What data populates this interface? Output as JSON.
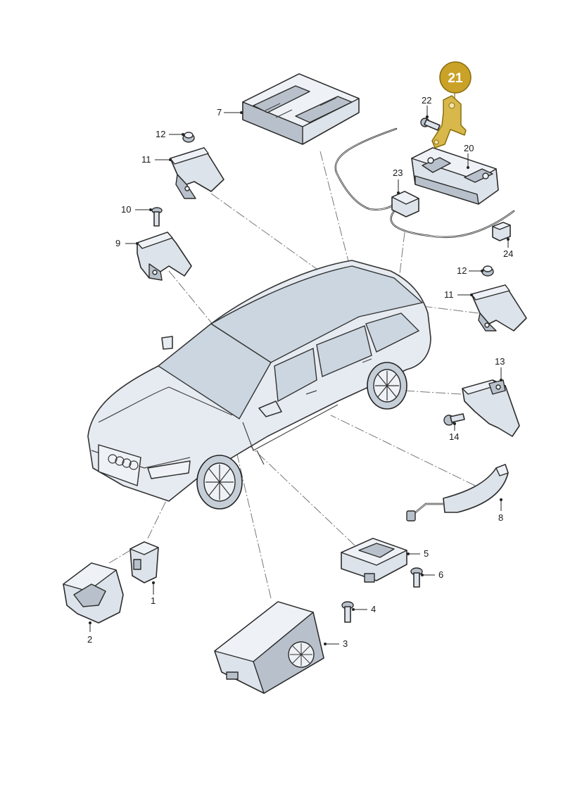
{
  "diagram": {
    "highlight_color": "#c9a227",
    "highlight_label": "21",
    "parts": [
      {
        "id": "p1",
        "label": "1"
      },
      {
        "id": "p2",
        "label": "2"
      },
      {
        "id": "p3",
        "label": "3"
      },
      {
        "id": "p4",
        "label": "4"
      },
      {
        "id": "p5",
        "label": "5"
      },
      {
        "id": "p6",
        "label": "6"
      },
      {
        "id": "p7",
        "label": "7"
      },
      {
        "id": "p8",
        "label": "8"
      },
      {
        "id": "p9",
        "label": "9"
      },
      {
        "id": "p10",
        "label": "10"
      },
      {
        "id": "p11a",
        "label": "11"
      },
      {
        "id": "p11b",
        "label": "11"
      },
      {
        "id": "p12a",
        "label": "12"
      },
      {
        "id": "p12b",
        "label": "12"
      },
      {
        "id": "p13",
        "label": "13"
      },
      {
        "id": "p14",
        "label": "14"
      },
      {
        "id": "p20",
        "label": "20"
      },
      {
        "id": "p22",
        "label": "22"
      },
      {
        "id": "p23",
        "label": "23"
      },
      {
        "id": "p24",
        "label": "24"
      }
    ]
  }
}
